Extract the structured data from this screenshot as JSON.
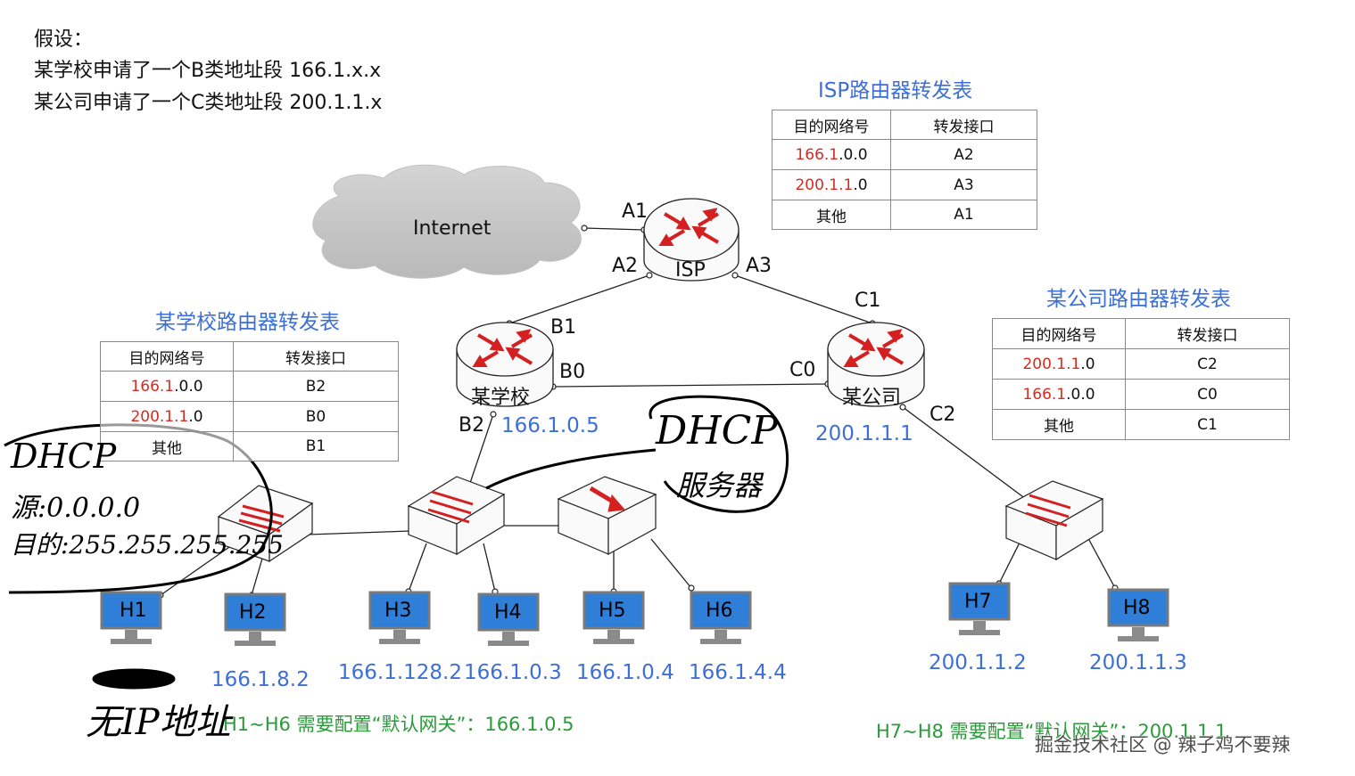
{
  "premise": {
    "line1": "假设：",
    "line2": "某学校申请了一个B类地址段 166.1.x.x",
    "line3": "某公司申请了一个C类地址段 200.1.1.x"
  },
  "tables": {
    "isp": {
      "title": "ISP路由器转发表",
      "headers": [
        "目的网络号",
        "转发接口"
      ],
      "rows": [
        {
          "net_prefix": "166.1",
          "net_suffix": ".0.0",
          "iface": "A2"
        },
        {
          "net_prefix": "200.1.1",
          "net_suffix": ".0",
          "iface": "A3"
        },
        {
          "net_prefix": "",
          "net_suffix": "其他",
          "iface": "A1"
        }
      ]
    },
    "school": {
      "title": "某学校路由器转发表",
      "headers": [
        "目的网络号",
        "转发接口"
      ],
      "rows": [
        {
          "net_prefix": "166.1",
          "net_suffix": ".0.0",
          "iface": "B2"
        },
        {
          "net_prefix": "200.1.1",
          "net_suffix": ".0",
          "iface": "B0"
        },
        {
          "net_prefix": "",
          "net_suffix": "其他",
          "iface": "B1"
        }
      ]
    },
    "company": {
      "title": "某公司路由器转发表",
      "headers": [
        "目的网络号",
        "转发接口"
      ],
      "rows": [
        {
          "net_prefix": "200.1.1",
          "net_suffix": ".0",
          "iface": "C2"
        },
        {
          "net_prefix": "166.1",
          "net_suffix": ".0.0",
          "iface": "C0"
        },
        {
          "net_prefix": "",
          "net_suffix": "其他",
          "iface": "C1"
        }
      ]
    }
  },
  "nodes": {
    "internet": "Internet",
    "isp": "ISP",
    "school_router": "某学校",
    "company_router": "某公司"
  },
  "ports": {
    "a1": "A1",
    "a2": "A2",
    "a3": "A3",
    "b0": "B0",
    "b1": "B1",
    "b2": "B2",
    "c0": "C0",
    "c1": "C1",
    "c2": "C2"
  },
  "router_ips": {
    "school": "166.1.0.5",
    "company": "200.1.1.1"
  },
  "hosts": [
    {
      "name": "H1",
      "ip": ""
    },
    {
      "name": "H2",
      "ip": "166.1.8.2"
    },
    {
      "name": "H3",
      "ip": "166.1.128.2"
    },
    {
      "name": "H4",
      "ip": "166.1.0.3"
    },
    {
      "name": "H5",
      "ip": "166.1.0.4"
    },
    {
      "name": "H6",
      "ip": "166.1.4.4"
    },
    {
      "name": "H7",
      "ip": "200.1.1.2"
    },
    {
      "name": "H8",
      "ip": "200.1.1.3"
    }
  ],
  "notes": {
    "gateway_school": "H1~H6 需要配置“默认网关”：166.1.0.5",
    "gateway_company": "H7~H8 需要配置“默认网关”：200.1.1.1"
  },
  "handwriting": {
    "dhcp_title": "DHCP",
    "dhcp_src": "源:0.0.0.0",
    "dhcp_dst": "目的:255.255.255.255",
    "dhcp_server_1": "DHCP",
    "dhcp_server_2": "服务器",
    "no_ip": "无IP地址"
  },
  "watermark": "掘金技术社区 @ 辣子鸡不要辣",
  "colors": {
    "title_blue": "#3d6fd6",
    "net_red": "#d62b20",
    "note_green": "#2a9a3a",
    "host_screen": "#2f7fd8",
    "router_arrow": "#d42020"
  }
}
